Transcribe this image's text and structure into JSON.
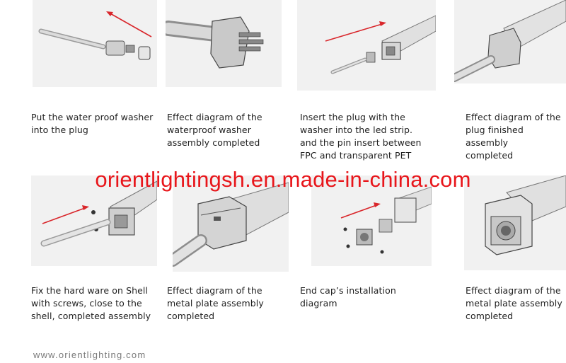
{
  "steps": [
    {
      "caption": "Put the water proof washer\ninto the plug"
    },
    {
      "caption": "Effect diagram of the\nwaterproof washer\nassembly completed"
    },
    {
      "caption": "Insert the plug with the\nwasher into the led strip.\nand the pin insert between\nFPC and transparent PET"
    },
    {
      "caption": "Effect diagram of the\nplug finished assembly\ncompleted"
    },
    {
      "caption": "Fix the hard ware on Shell\nwith screws, close to the\nshell, completed assembly"
    },
    {
      "caption": "Effect diagram of the\nmetal plate assembly\ncompleted"
    },
    {
      "caption": "End cap’s installation\ndiagram"
    },
    {
      "caption": "Effect diagram of the\nmetal plate assembly\ncompleted"
    }
  ],
  "watermark": "orientlightingsh.en.made-in-china.com",
  "footer": "www.orientlighting.com",
  "colors": {
    "arrow": "#d9262b",
    "watermark": "#e8161b",
    "panel_bg": "#f1f1f1"
  }
}
